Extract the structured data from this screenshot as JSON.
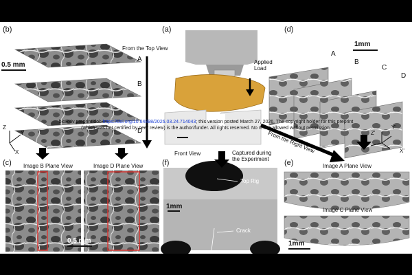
{
  "panels": {
    "a": "(a)",
    "b": "(b)",
    "c": "(c)",
    "d": "(d)",
    "e": "(e)",
    "f": "(f)"
  },
  "labels": {
    "from_top_view": "From the Top View",
    "from_right_view": "From the Right View",
    "applied_load": "Applied\nLoad",
    "image_b_plane": "Image B Plane View",
    "image_d_plane": "Image D Plane View",
    "image_a_plane": "Image A Plane View",
    "image_c_plane": "Image C Plane View",
    "front_view": "Front View",
    "captured": "Captured during\nthe Experiment",
    "top_rig": "Top Rig",
    "crack": "Crack"
  },
  "slice_letters": {
    "A": "A",
    "B": "B",
    "C": "C",
    "D": "D"
  },
  "axes": {
    "z": "Z",
    "x": "X",
    "y": "Y",
    "zp": "Z'",
    "xp": "X'",
    "yp": "Y'"
  },
  "scale_bars": {
    "b": "0.5 mm",
    "d": "1mm",
    "c": "0.5 mm",
    "f": "1mm",
    "e": "1mm"
  },
  "notice": {
    "pre": "bioRxiv preprint doi: ",
    "doi": "https://doi.org/10.64898/2026.03.24.714043",
    "mid": "; this version posted March 27, 2026. The copyright holder for this preprint",
    "line2": "(which was not certified by peer review) is the author/funder. All rights reserved. No reuse allowed without permission."
  },
  "colors": {
    "foam": "#d9a23a",
    "link": "#1a3fd6",
    "redbox": "#e0332e"
  }
}
